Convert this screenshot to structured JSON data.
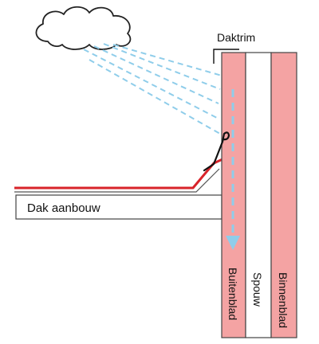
{
  "labels": {
    "daktrim": "Daktrim",
    "dak_aanbouw": "Dak aanbouw",
    "buitenblad": "Buitenblad",
    "spouw": "Spouw",
    "binnenblad": "Binnenblad"
  },
  "colors": {
    "masonry": "#f4a3a3",
    "outline": "#444444",
    "roof_line": "#d8232a",
    "rain": "#8fcdea",
    "flow_arrow": "#8fcdea",
    "daktrim": "#111111"
  },
  "icons": {
    "cloud": "cloud-icon"
  }
}
